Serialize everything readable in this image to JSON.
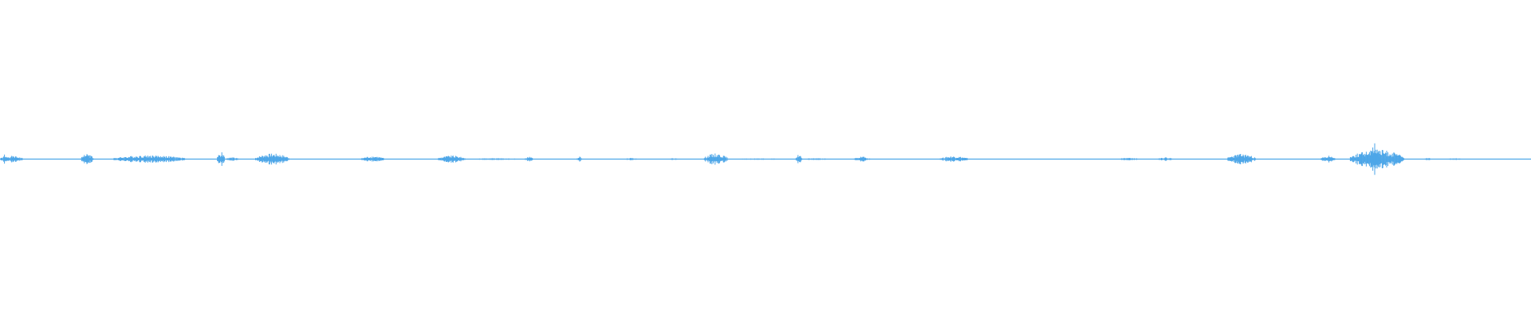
{
  "waveform": {
    "color": "#4da6e8",
    "segments": [
      {
        "start": 0.0,
        "end": 0.015,
        "amp": 0.18,
        "seed": 1
      },
      {
        "start": 0.0025,
        "end": 0.003,
        "amp": 0.92,
        "seed": 2
      },
      {
        "start": 0.053,
        "end": 0.061,
        "amp": 0.3,
        "seed": 3
      },
      {
        "start": 0.074,
        "end": 0.121,
        "amp": 0.22,
        "seed": 4
      },
      {
        "start": 0.142,
        "end": 0.147,
        "amp": 0.4,
        "seed": 5
      },
      {
        "start": 0.147,
        "end": 0.156,
        "amp": 0.1,
        "seed": 6
      },
      {
        "start": 0.167,
        "end": 0.189,
        "amp": 0.32,
        "seed": 7
      },
      {
        "start": 0.236,
        "end": 0.251,
        "amp": 0.17,
        "seed": 8
      },
      {
        "start": 0.286,
        "end": 0.304,
        "amp": 0.2,
        "seed": 9
      },
      {
        "start": 0.304,
        "end": 0.342,
        "amp": 0.05,
        "seed": 10
      },
      {
        "start": 0.343,
        "end": 0.348,
        "amp": 0.15,
        "seed": 11
      },
      {
        "start": 0.377,
        "end": 0.38,
        "amp": 0.16,
        "seed": 12
      },
      {
        "start": 0.408,
        "end": 0.416,
        "amp": 0.07,
        "seed": 13
      },
      {
        "start": 0.437,
        "end": 0.443,
        "amp": 0.05,
        "seed": 14
      },
      {
        "start": 0.46,
        "end": 0.475,
        "amp": 0.33,
        "seed": 15
      },
      {
        "start": 0.475,
        "end": 0.52,
        "amp": 0.04,
        "seed": 16
      },
      {
        "start": 0.52,
        "end": 0.524,
        "amp": 0.28,
        "seed": 17
      },
      {
        "start": 0.524,
        "end": 0.542,
        "amp": 0.05,
        "seed": 18
      },
      {
        "start": 0.558,
        "end": 0.568,
        "amp": 0.14,
        "seed": 19
      },
      {
        "start": 0.614,
        "end": 0.632,
        "amp": 0.17,
        "seed": 20
      },
      {
        "start": 0.73,
        "end": 0.745,
        "amp": 0.07,
        "seed": 21
      },
      {
        "start": 0.756,
        "end": 0.766,
        "amp": 0.1,
        "seed": 22
      },
      {
        "start": 0.802,
        "end": 0.82,
        "amp": 0.3,
        "seed": 23
      },
      {
        "start": 0.863,
        "end": 0.872,
        "amp": 0.2,
        "seed": 24
      },
      {
        "start": 0.882,
        "end": 0.917,
        "amp": 0.55,
        "seed": 25
      },
      {
        "start": 0.895,
        "end": 0.901,
        "amp": 1.0,
        "seed": 26
      },
      {
        "start": 0.93,
        "end": 0.936,
        "amp": 0.07,
        "seed": 27
      },
      {
        "start": 0.945,
        "end": 0.955,
        "amp": 0.05,
        "seed": 28
      }
    ]
  }
}
